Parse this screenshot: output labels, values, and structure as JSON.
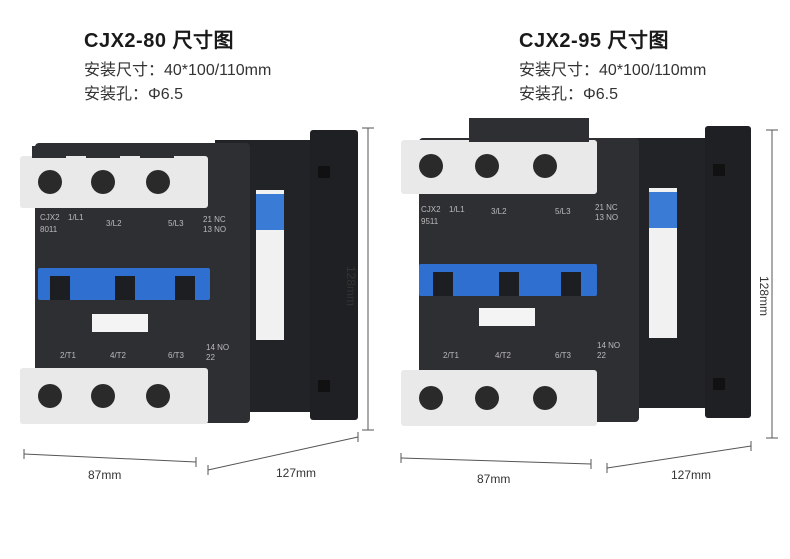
{
  "left": {
    "title": "CJX2-80 尺寸图",
    "install_size": "安装尺寸：40*100/110mm",
    "install_hole": "安装孔：Φ6.5",
    "model_text": "CJX2",
    "serial_text": "8011",
    "terminals_top": [
      "1/L1",
      "3/L2",
      "5/L3"
    ],
    "terminals_bottom": [
      "2/T1",
      "4/T2",
      "6/T3"
    ],
    "aux_top": [
      "21 NC",
      "13 NO"
    ],
    "aux_bottom": [
      "14 NO",
      "22"
    ],
    "dim_height": "128mm",
    "dim_width": "87mm",
    "dim_depth": "127mm"
  },
  "right": {
    "title": "CJX2-95 尺寸图",
    "install_size": "安装尺寸：40*100/110mm",
    "install_hole": "安装孔：Φ6.5",
    "model_text": "CJX2",
    "serial_text": "9511",
    "terminals_top": [
      "1/L1",
      "3/L2",
      "5/L3"
    ],
    "terminals_bottom": [
      "2/T1",
      "4/T2",
      "6/T3"
    ],
    "aux_top": [
      "21 NC",
      "13 NO"
    ],
    "aux_bottom": [
      "14 NO",
      "22"
    ],
    "dim_height": "128mm",
    "dim_width": "87mm",
    "dim_depth": "127mm"
  },
  "colors": {
    "body": "#2d2e32",
    "body_dark": "#1d1e21",
    "cover": "#e8e8e8",
    "blue": "#2f6fd0",
    "label_blue": "#3a7bd5"
  }
}
